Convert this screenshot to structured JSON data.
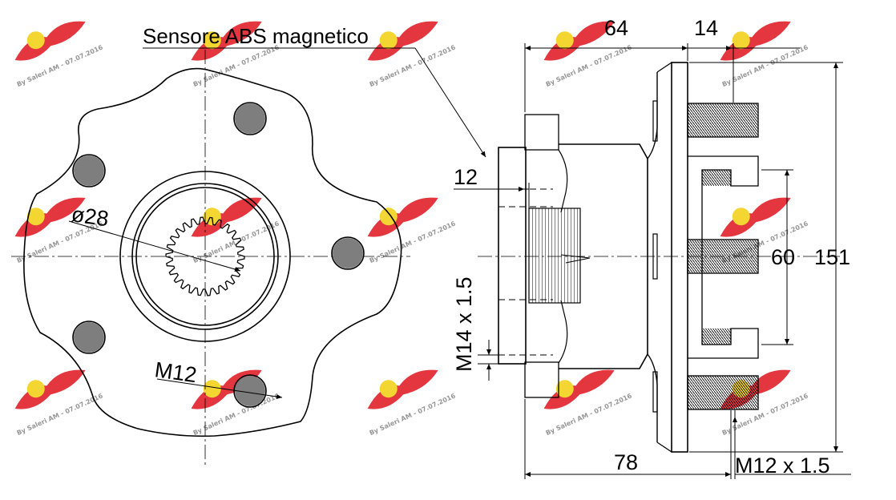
{
  "labels": {
    "sensor": "Sensore ABS magnetico",
    "dia": "ø28",
    "bolt_front": "M12",
    "dim_64": "64",
    "dim_14": "14",
    "dim_12": "12",
    "dim_60": "60",
    "dim_151": "151",
    "dim_78": "78",
    "thread_shaft": "M14 x 1.5",
    "thread_bolt": "M12 x 1.5"
  },
  "watermark": {
    "text": "By Saleri AM - 07.07.2016",
    "logo_color": "#e0202a",
    "badge_color": "#f2d21a"
  }
}
